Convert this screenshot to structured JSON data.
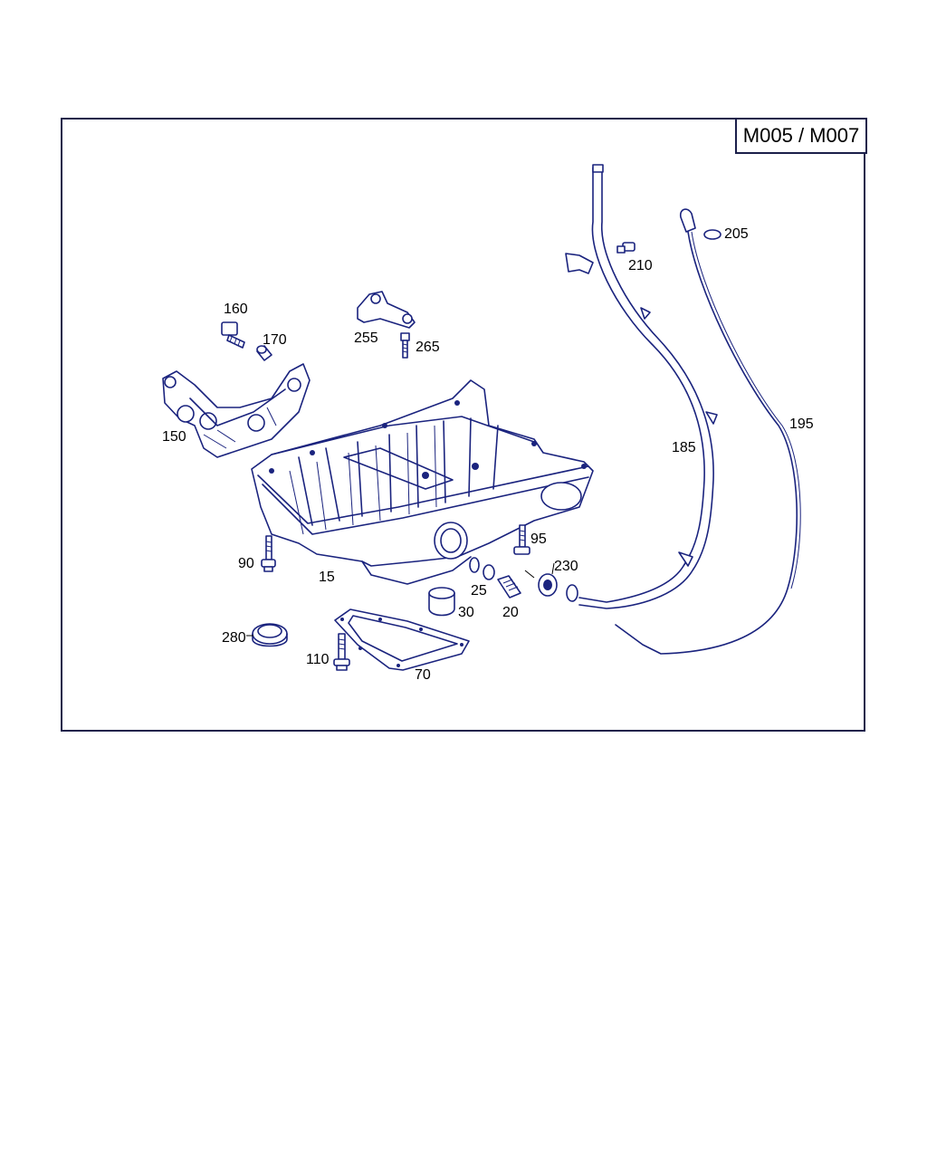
{
  "diagram": {
    "variant_tag": "M005 / M007",
    "callouts": [
      {
        "id": "c160",
        "text": "160"
      },
      {
        "id": "c170",
        "text": "170"
      },
      {
        "id": "c150",
        "text": "150"
      },
      {
        "id": "c255",
        "text": "255"
      },
      {
        "id": "c265",
        "text": "265"
      },
      {
        "id": "c210",
        "text": "210"
      },
      {
        "id": "c205",
        "text": "205"
      },
      {
        "id": "c185",
        "text": "185"
      },
      {
        "id": "c195",
        "text": "195"
      },
      {
        "id": "c90",
        "text": "90"
      },
      {
        "id": "c95",
        "text": "95"
      },
      {
        "id": "c15",
        "text": "15"
      },
      {
        "id": "c230",
        "text": "230"
      },
      {
        "id": "c25",
        "text": "25"
      },
      {
        "id": "c20",
        "text": "20"
      },
      {
        "id": "c30",
        "text": "30"
      },
      {
        "id": "c280",
        "text": "280"
      },
      {
        "id": "c110",
        "text": "110"
      },
      {
        "id": "c70",
        "text": "70"
      }
    ],
    "colors": {
      "line": "#1a237e",
      "frame": "#1b1f4a",
      "text": "#000000"
    }
  }
}
